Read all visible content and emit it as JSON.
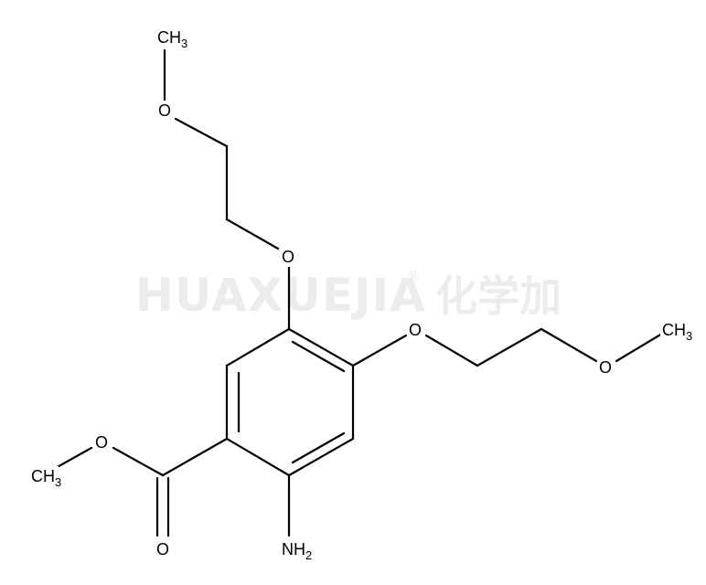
{
  "watermark": {
    "latin": "HUAXUEJIA",
    "registered": "®",
    "chinese": "化学加"
  },
  "molecule": {
    "atoms": {
      "ch3_top": {
        "main": "CH",
        "sub": "3"
      },
      "o_top": {
        "main": "O"
      },
      "o_ring_upper": {
        "main": "O"
      },
      "o_ring_right": {
        "main": "O"
      },
      "o_right_chain": {
        "main": "O"
      },
      "ch3_right": {
        "main": "CH",
        "sub": "3"
      },
      "ch3_left": {
        "main": "CH",
        "sub": "3"
      },
      "o_ester": {
        "main": "O"
      },
      "o_carbonyl": {
        "main": "O"
      },
      "nh2": {
        "main": "NH",
        "sub": "2"
      }
    }
  }
}
